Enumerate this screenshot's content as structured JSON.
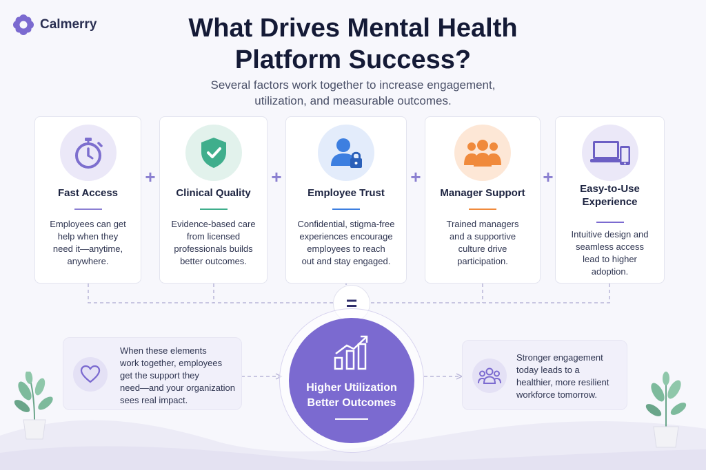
{
  "brand": {
    "name": "Calmerry"
  },
  "title": {
    "line1": "What Drives Mental Health",
    "line2": "Platform Success?"
  },
  "subtitle": {
    "line1": "Several factors work together to increase engagement,",
    "line2": "utilization, and measurable outcomes."
  },
  "cards": [
    {
      "title": "Fast Access",
      "desc": [
        "Employees can get",
        "help when they",
        "need it—anytime,",
        "anywhere."
      ],
      "icon": "stopwatch-icon",
      "accent": "#8b7fd3"
    },
    {
      "title": "Clinical Quality",
      "desc": [
        "Evidence-based care",
        "from licensed",
        "professionals builds",
        "better outcomes."
      ],
      "icon": "shield-check-icon",
      "accent": "#3fae8c"
    },
    {
      "title": "Employee Trust",
      "desc": [
        "Confidential, stigma-free",
        "experiences encourage",
        "employees to reach",
        "out and stay engaged."
      ],
      "icon": "user-lock-icon",
      "accent": "#3d7fe0"
    },
    {
      "title": "Manager Support",
      "desc": [
        "Trained managers",
        "and a supportive",
        "culture drive",
        "participation."
      ],
      "icon": "team-icon",
      "accent": "#f08a3c"
    },
    {
      "title_lines": [
        "Easy-to-Use",
        "Experience"
      ],
      "desc": [
        "Intuitive design and",
        "seamless access",
        "lead to higher",
        "adoption."
      ],
      "icon": "devices-icon",
      "accent": "#7b6ad0"
    }
  ],
  "operators": {
    "plus": "+",
    "equals": "="
  },
  "outcome": {
    "line1": "Higher Utilization",
    "line2": "Better Outcomes",
    "icon": "growth-chart-icon"
  },
  "left_note": {
    "lines": [
      "When these elements",
      "work together, employees",
      "get the support they",
      "need—and your organization",
      "sees real impact."
    ],
    "icon": "heart-icon"
  },
  "right_note": {
    "lines": [
      "Stronger engagement",
      "today leads to a",
      "healthier, more resilient",
      "workforce tomorrow."
    ],
    "icon": "community-icon"
  },
  "colors": {
    "primary": "#7b6ad0",
    "title": "#141a36",
    "background": "#f7f7fc"
  }
}
